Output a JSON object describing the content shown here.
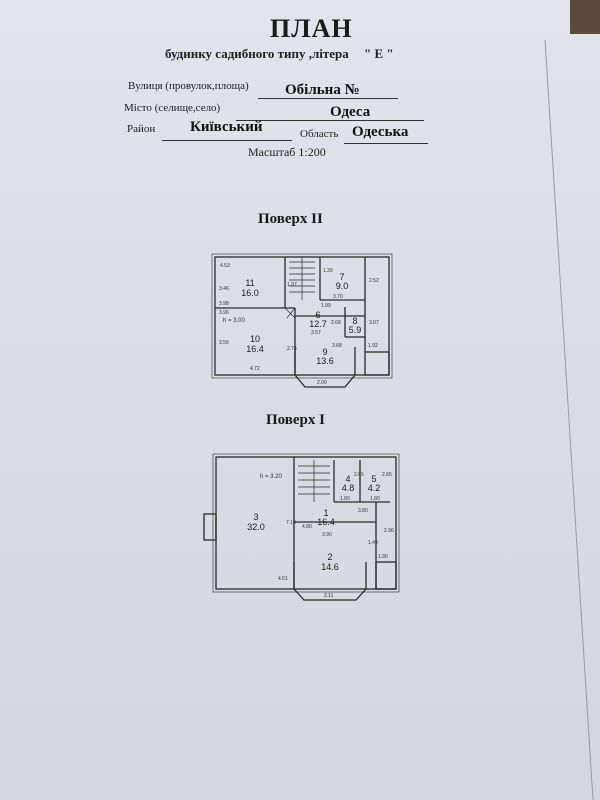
{
  "header": {
    "title": "ПЛАН",
    "subtitle": "будинку садибного типу ,літера",
    "letter": "\" Е \""
  },
  "address": {
    "street_label": "Вулиця (провулок,площа)",
    "street_value": "Обільна №",
    "city_label": "Місто (селище,село)",
    "city_value": "Одеса",
    "district_label": "Район",
    "district_value": "Київський",
    "region_label": "Область",
    "region_value": "Одеська"
  },
  "scale": "Масштаб 1:200",
  "floor2": {
    "title": "Поверх II",
    "height": "h = 3.00",
    "rooms": [
      {
        "num": "11",
        "area": "16.0"
      },
      {
        "num": "10",
        "area": "16.4"
      },
      {
        "num": "6",
        "area": "12.7"
      },
      {
        "num": "7",
        "area": "9.0"
      },
      {
        "num": "8",
        "area": "5.9"
      },
      {
        "num": "9",
        "area": "13.6"
      }
    ],
    "dims": [
      "4.53",
      "3.46",
      "3.98",
      "3.96",
      "3.56",
      "4.72",
      "2.74",
      "2.09",
      "3.68",
      "3.57",
      "3.70",
      "1.99",
      "2.52",
      "1.39",
      "2.68",
      "3.07",
      "1.92",
      "1.97"
    ]
  },
  "floor1": {
    "title": "Поверх I",
    "height": "h = 3.20",
    "rooms": [
      {
        "num": "3",
        "area": "32.0"
      },
      {
        "num": "1",
        "area": "16.4"
      },
      {
        "num": "2",
        "area": "14.6"
      },
      {
        "num": "4",
        "area": "4.8"
      },
      {
        "num": "5",
        "area": "4.2"
      }
    ],
    "dims": [
      "4.51",
      "7.10",
      "4.80",
      "3.90",
      "3.80",
      "2.11",
      "1.80",
      "1.80",
      "2.65",
      "2.65",
      "1.49",
      "2.96",
      "1.90"
    ]
  }
}
